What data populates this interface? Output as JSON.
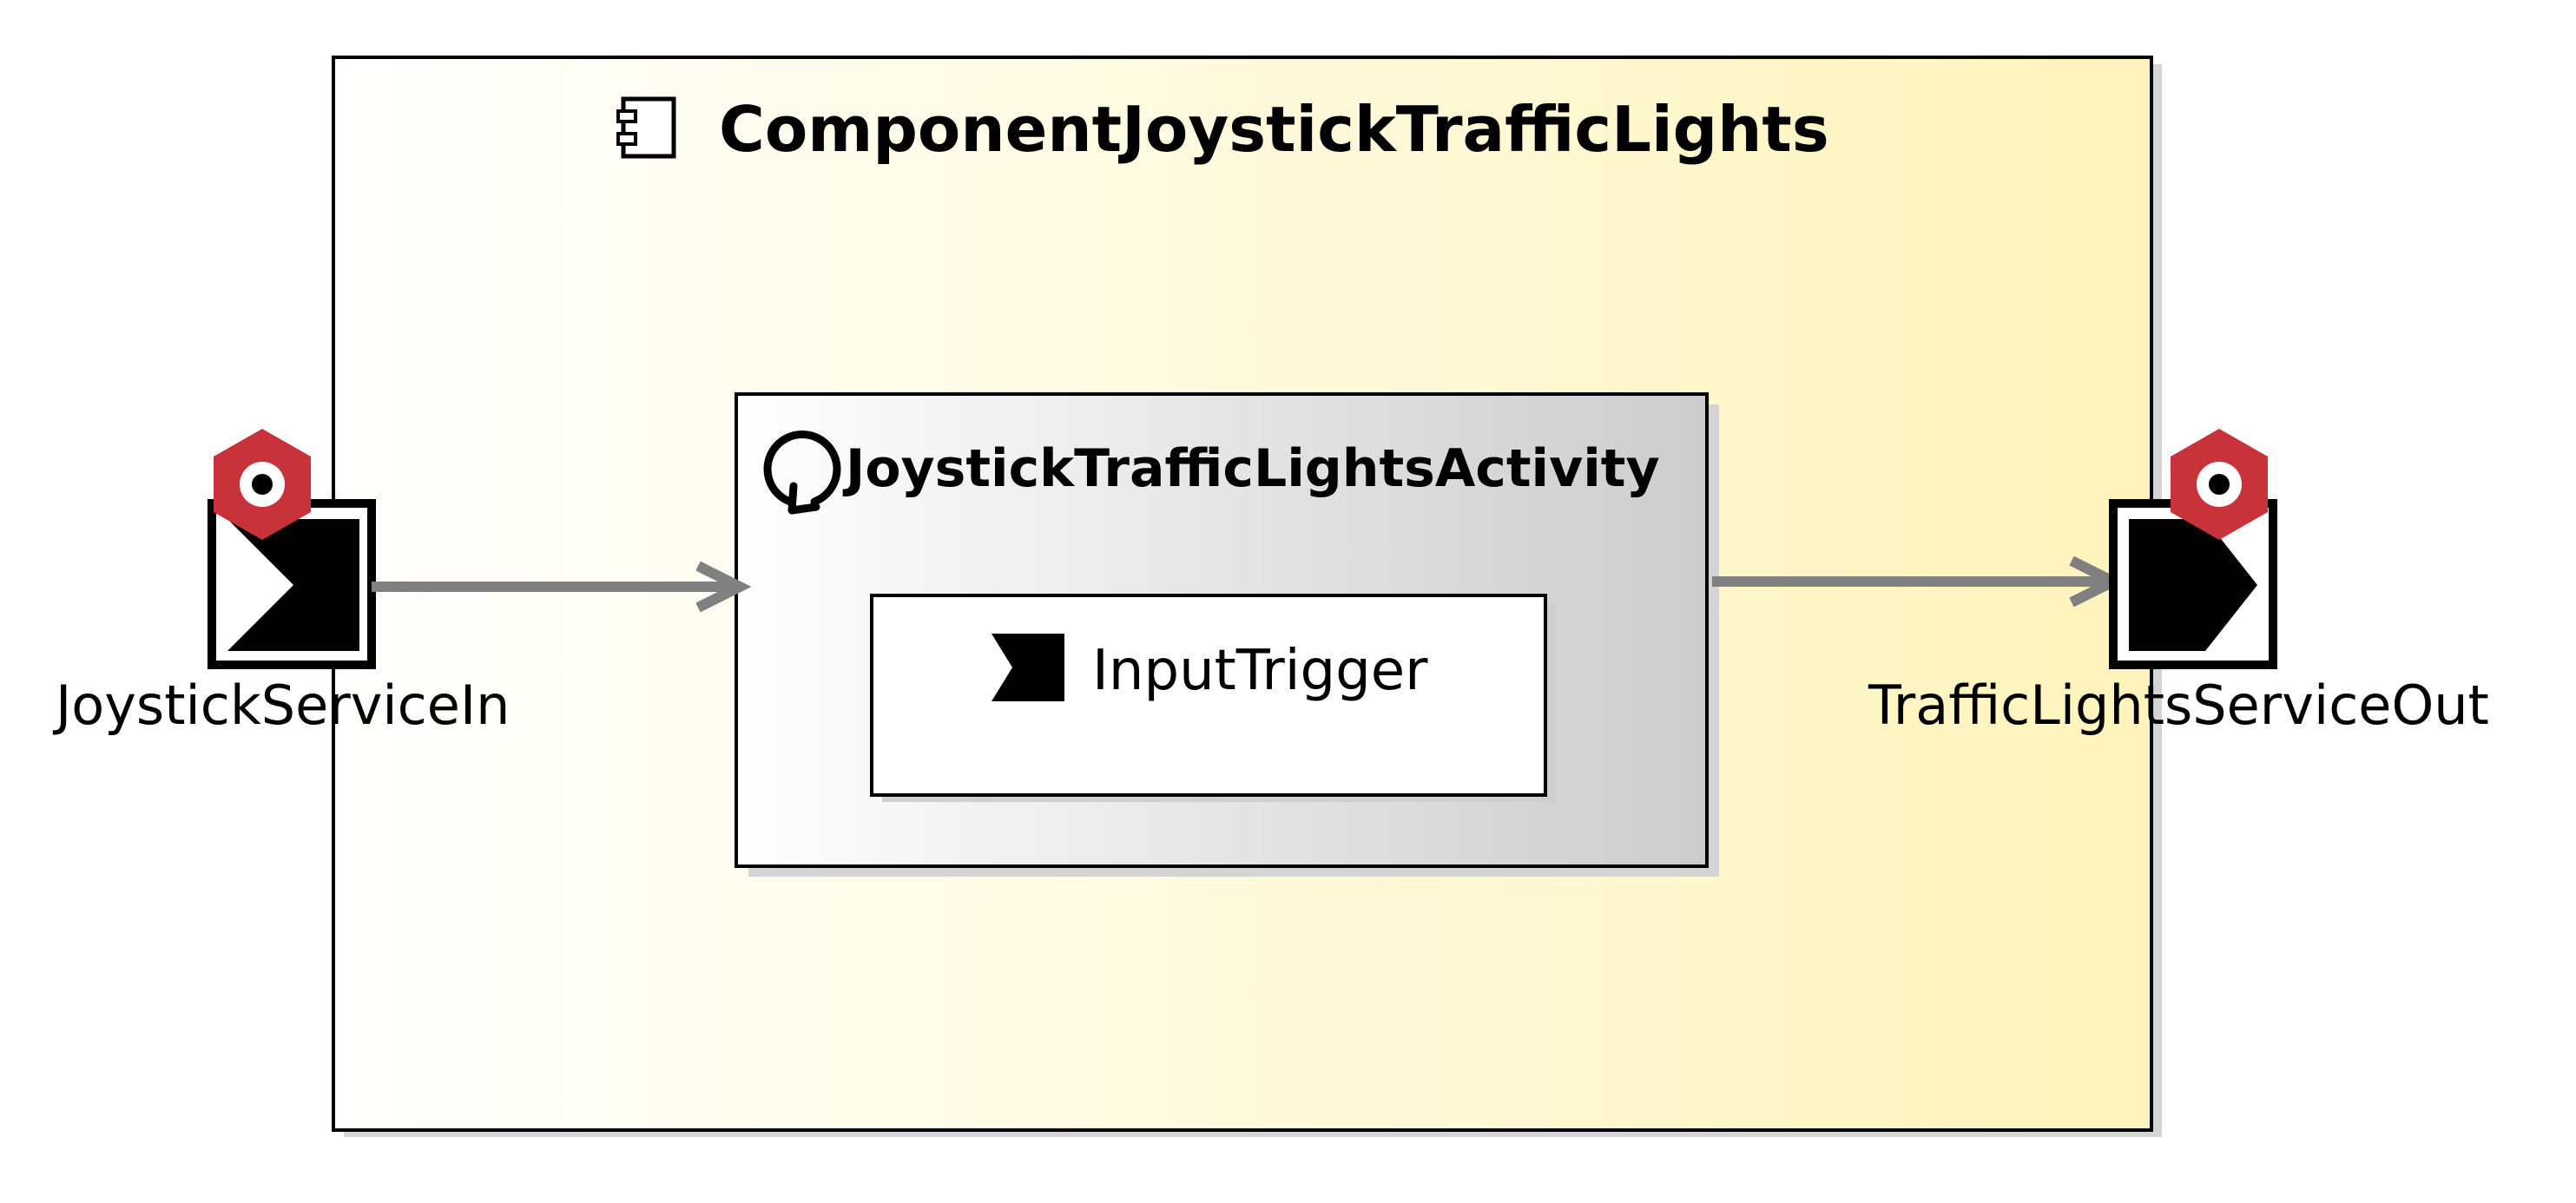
{
  "component": {
    "name": "ComponentJoystickTrafficLights",
    "icon": "component-icon"
  },
  "activity": {
    "name": "JoystickTrafficLightsActivity",
    "icon": "activity-cycle-icon"
  },
  "trigger": {
    "label": "InputTrigger",
    "icon": "input-trigger-icon"
  },
  "ports": {
    "input": {
      "label": "JoystickServiceIn",
      "icon": "input-port-icon",
      "badge_icon": "service-badge-icon"
    },
    "output": {
      "label": "TrafficLightsServiceOut",
      "icon": "output-port-icon",
      "badge_icon": "service-badge-icon"
    }
  },
  "colors": {
    "component_gradient_start": "#ffffff",
    "component_gradient_end": "#fff5bf",
    "activity_gradient_start": "#ffffff",
    "activity_gradient_end": "#cccccc",
    "connector": "#808080",
    "badge": "#c8323a",
    "shadow": "#cfcfcf"
  }
}
